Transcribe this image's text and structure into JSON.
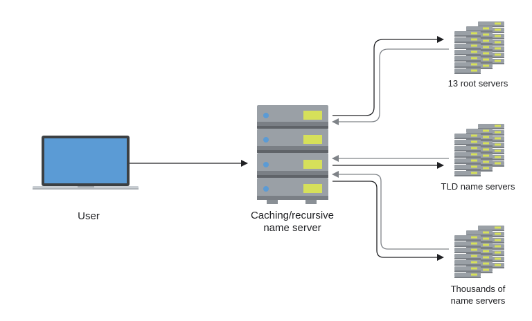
{
  "labels": {
    "user": "User",
    "caching_line1": "Caching/recursive",
    "caching_line2": "name server",
    "root": "13 root servers",
    "tld": "TLD name servers",
    "thousands_line1": "Thousands of",
    "thousands_line2": "name servers"
  },
  "icons": {
    "laptop": "laptop-icon",
    "server_stack": "server-stack-icon",
    "server_cluster": "server-cluster-icon"
  },
  "colors": {
    "laptop_screen": "#5b9bd5",
    "laptop_body": "#3c4043",
    "server_body": "#9aa0a6",
    "server_dark": "#5f6368",
    "server_led": "#5b9bd5",
    "server_tag": "#d6e05a",
    "arrow_dark": "#202124",
    "arrow_light": "#7f8388"
  }
}
